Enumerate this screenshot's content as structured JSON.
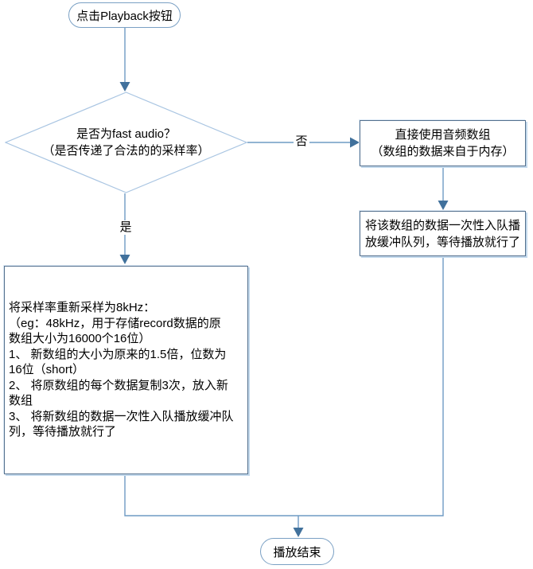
{
  "diagram": {
    "start": {
      "label": "点击Playback按钮"
    },
    "decision": {
      "line1": "是否为fast audio？",
      "line2": "（是否传递了合法的的采样率）"
    },
    "edge_labels": {
      "no": "否",
      "yes": "是"
    },
    "direct_use": {
      "line1": "直接使用音频数组",
      "line2": "（数组的数据来自于内存）"
    },
    "enqueue": {
      "line1": "将该数组的数据一次性入队播",
      "line2": "放缓冲队列，等待播放就行了"
    },
    "resample": {
      "lines": [
        "将采样率重新采样为8kHz：",
        "（eg：48kHz，用于存储record数据的原",
        "数组大小为16000个16位）",
        "1、 新数组的大小为原来的1.5倍，位数为",
        "16位（short）",
        "2、 将原数组的每个数据复制3次，放入新",
        "数组",
        "3、 将新数组的数据一次性入队播放缓冲队",
        "列，等待播放就行了"
      ]
    },
    "end": {
      "label": "播放结束"
    }
  },
  "colors": {
    "connector": "#6f9bc4",
    "arrowhead": "#41719c",
    "terminator_border": "#7aa0c4",
    "diamond_border": "#a9c5e2",
    "process_border": "#54708e",
    "process_shadow": "#c3d9ec",
    "text": "#000000",
    "background": "#ffffff"
  }
}
